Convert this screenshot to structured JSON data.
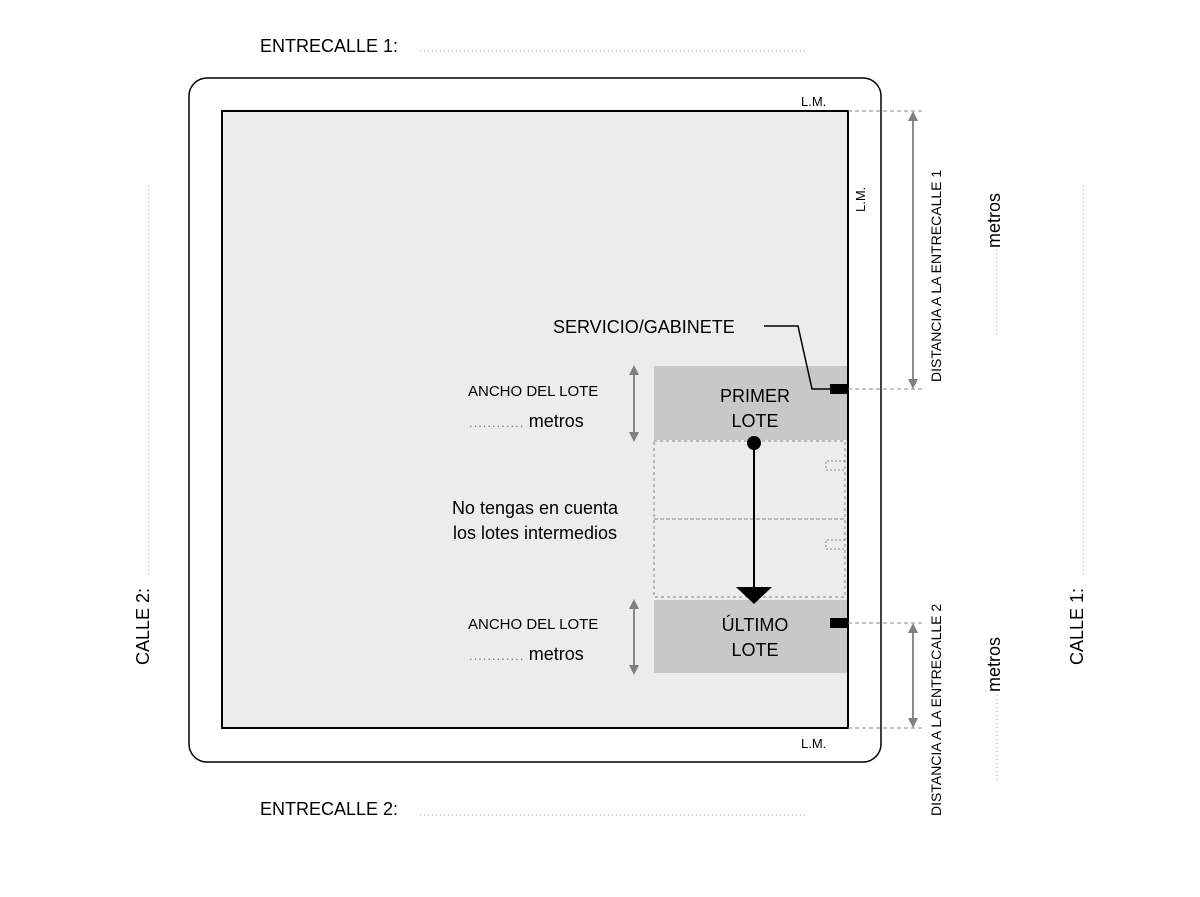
{
  "street_labels": {
    "entrecalle1": "ENTRECALLE 1:",
    "entrecalle2": "ENTRECALLE 2:",
    "calle1": "CALLE 1:",
    "calle2": "CALLE 2:"
  },
  "line_markers": {
    "lm": "L.M."
  },
  "service": {
    "label": "SERVICIO/GABINETE"
  },
  "first_lot": {
    "title_line1": "PRIMER",
    "title_line2": "LOTE",
    "width_label": "ANCHO DEL LOTE",
    "unit": "metros"
  },
  "last_lot": {
    "title_line1": "ÚLTIMO",
    "title_line2": "LOTE",
    "width_label": "ANCHO DEL LOTE",
    "unit": "metros"
  },
  "intermediate_note": {
    "line1": "No tengas en cuenta",
    "line2": "los lotes intermedios"
  },
  "distance1": {
    "label": "DISTANCIA A LA ENTRECALLE 1",
    "unit": "metros"
  },
  "distance2": {
    "label": "DISTANCIA A LA ENTRECALLE 2",
    "unit": "metros"
  },
  "colors": {
    "block_fill": "#ececec",
    "lot_fill": "#c8c8c8",
    "arrow_gray": "#808080",
    "border": "#000000"
  }
}
